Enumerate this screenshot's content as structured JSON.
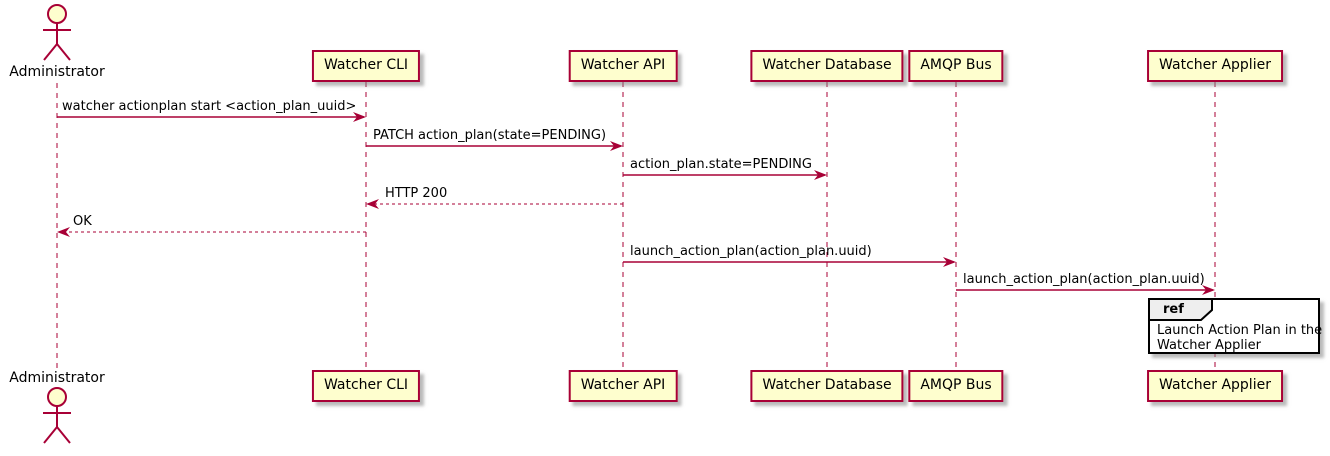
{
  "diagram": {
    "type": "sequence",
    "colors": {
      "participant_fill": "#FEFECE",
      "line_and_border": "#A80036",
      "text": "#000000",
      "ref_header_fill": "#EEEEEE",
      "ref_border": "#000000",
      "background": "#FFFFFF"
    }
  },
  "actor": {
    "name": "Administrator"
  },
  "participants": [
    {
      "label": "Watcher CLI"
    },
    {
      "label": "Watcher API"
    },
    {
      "label": "Watcher Database"
    },
    {
      "label": "AMQP Bus"
    },
    {
      "label": "Watcher Applier"
    }
  ],
  "messages": [
    {
      "label": "watcher actionplan start <action_plan_uuid>",
      "from": "Administrator",
      "to": "Watcher CLI",
      "style": "solid"
    },
    {
      "label": "PATCH action_plan(state=PENDING)",
      "from": "Watcher CLI",
      "to": "Watcher API",
      "style": "solid"
    },
    {
      "label": "action_plan.state=PENDING",
      "from": "Watcher API",
      "to": "Watcher Database",
      "style": "solid"
    },
    {
      "label": "HTTP 200",
      "from": "Watcher API",
      "to": "Watcher CLI",
      "style": "dashed"
    },
    {
      "label": "OK",
      "from": "Watcher CLI",
      "to": "Administrator",
      "style": "dashed"
    },
    {
      "label": "launch_action_plan(action_plan.uuid)",
      "from": "Watcher API",
      "to": "AMQP Bus",
      "style": "solid"
    },
    {
      "label": "launch_action_plan(action_plan.uuid)",
      "from": "AMQP Bus",
      "to": "Watcher Applier",
      "style": "solid"
    }
  ],
  "ref": {
    "keyword": "ref",
    "text_line1": "Launch Action Plan in the",
    "text_line2": "Watcher Applier"
  }
}
